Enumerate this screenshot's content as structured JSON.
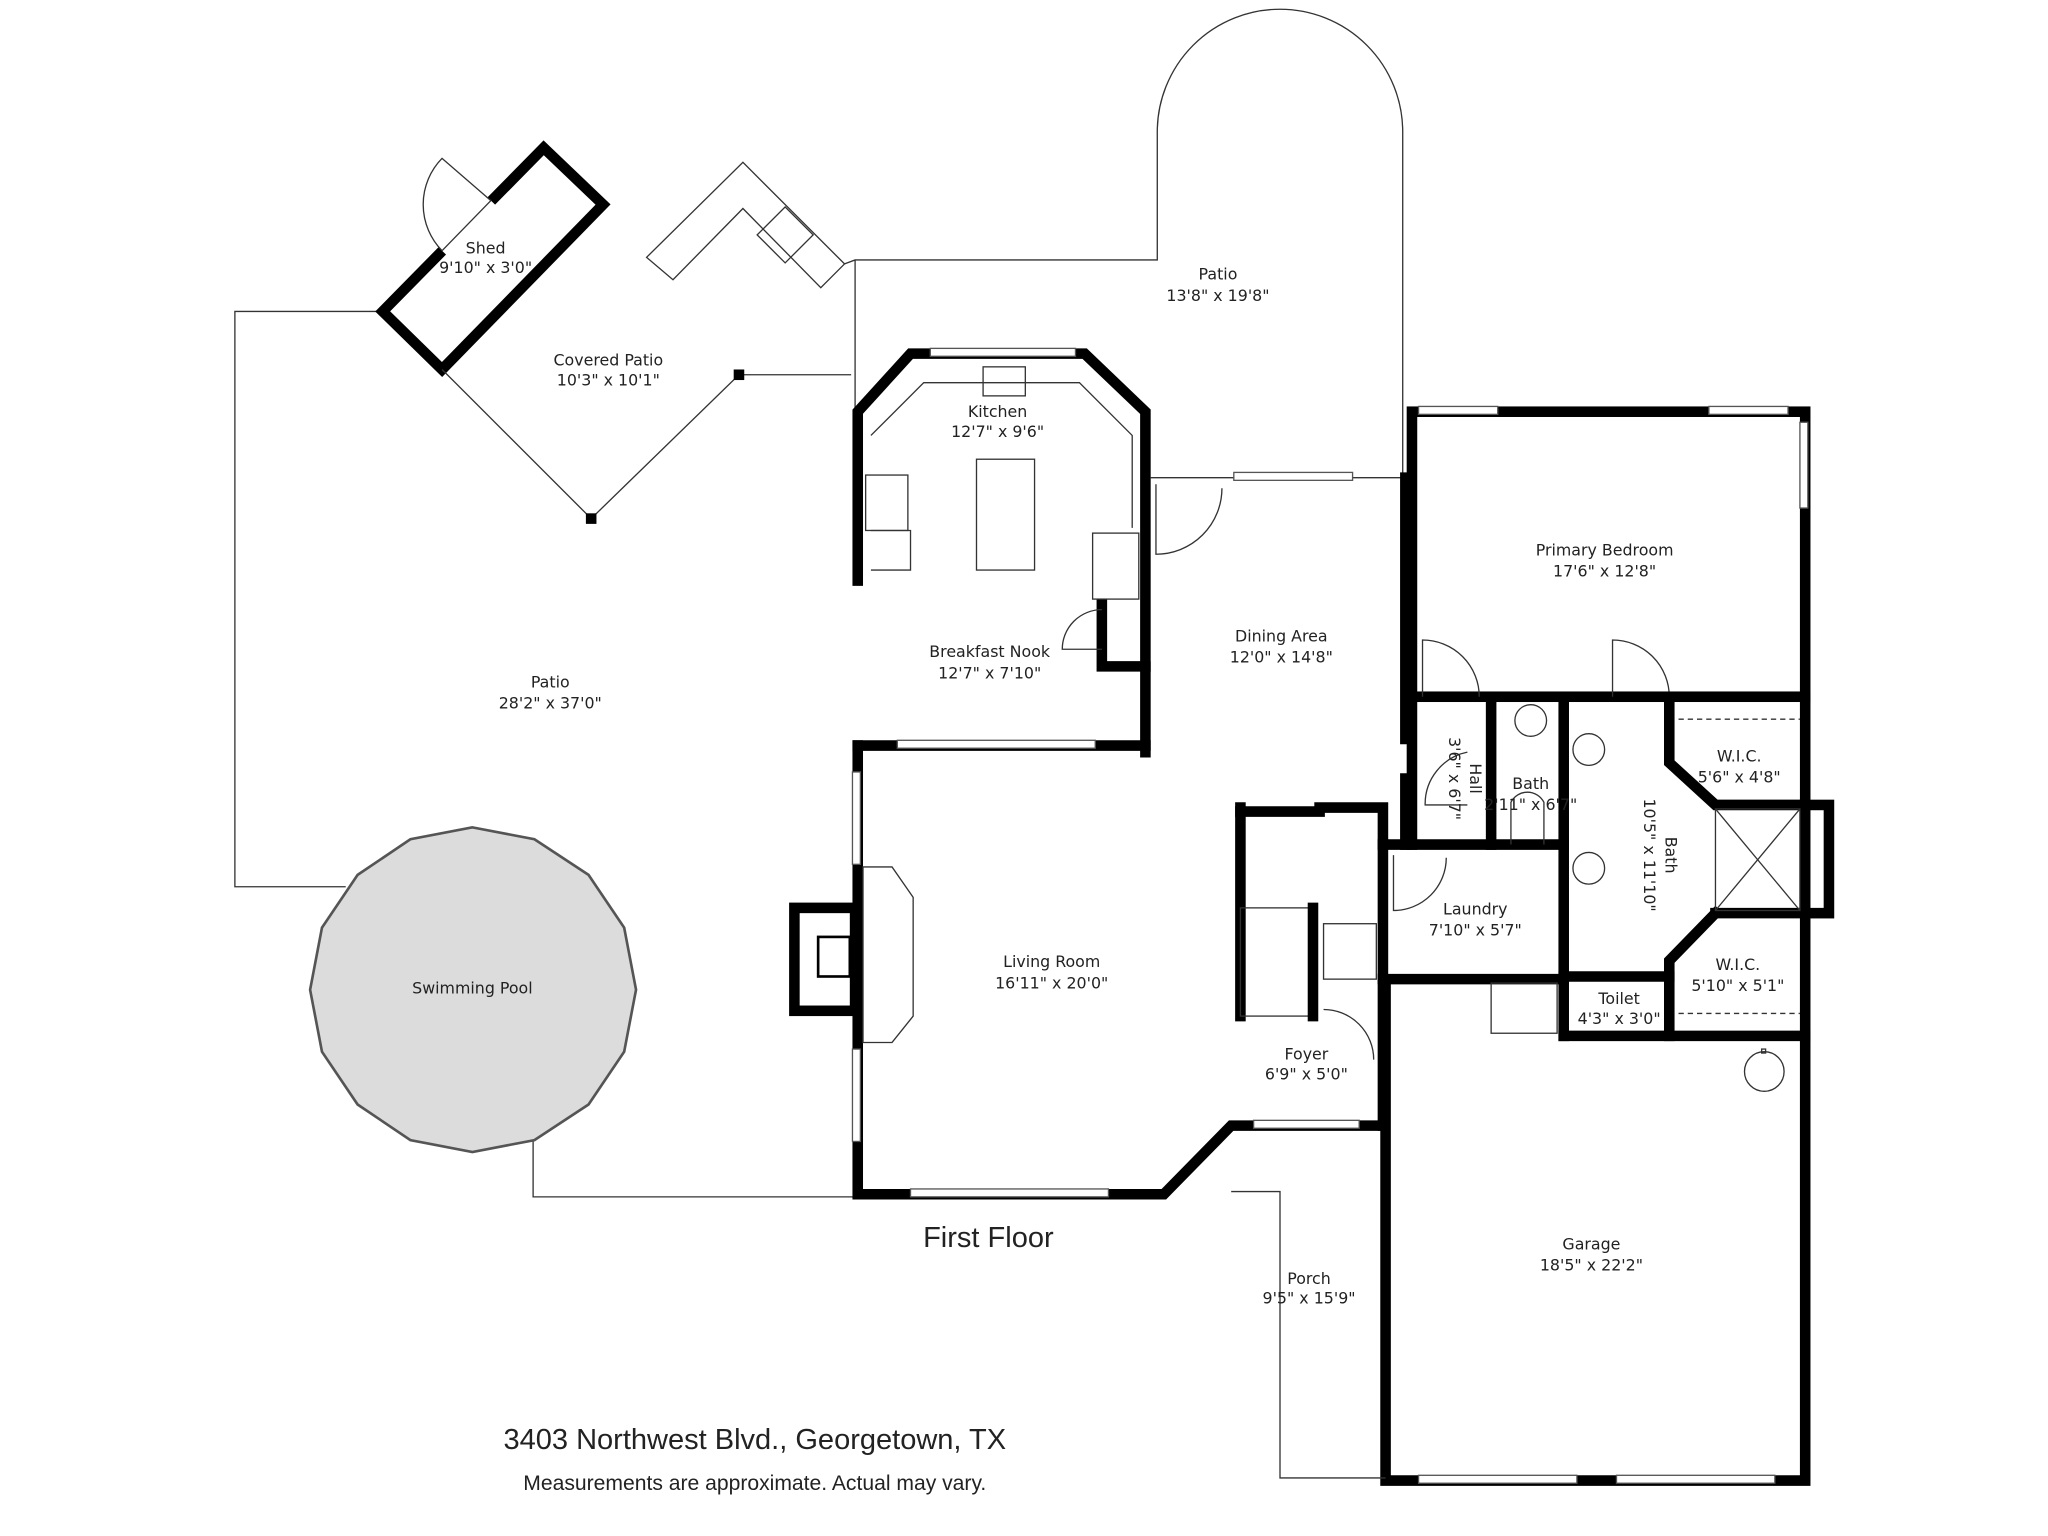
{
  "floor_title": "First Floor",
  "address": "3403 Northwest Blvd., Georgetown, TX",
  "disclaimer": "Measurements are approximate.  Actual may vary.",
  "rooms": [
    {
      "name": "Shed",
      "dims": "9'10\" x 3'0\""
    },
    {
      "name": "Covered Patio",
      "dims": "10'3\" x 10'1\""
    },
    {
      "name": "Patio",
      "dims": "13'8\" x 19'8\""
    },
    {
      "name": "Kitchen",
      "dims": "12'7\" x 9'6\""
    },
    {
      "name": "Primary Bedroom",
      "dims": "17'6\" x 12'8\""
    },
    {
      "name": "Dining Area",
      "dims": "12'0\" x 14'8\""
    },
    {
      "name": "Breakfast Nook",
      "dims": "12'7\" x 7'10\""
    },
    {
      "name": "Patio",
      "dims": "28'2\" x 37'0\""
    },
    {
      "name": "Hall",
      "dims": "3'6\" x 6'7\""
    },
    {
      "name": "Bath",
      "dims": "2'11\" x 6'7\""
    },
    {
      "name": "W.I.C.",
      "dims": "5'6\" x 4'8\""
    },
    {
      "name": "Bath",
      "dims": "10'5\" x 11'10\""
    },
    {
      "name": "Laundry",
      "dims": "7'10\" x 5'7\""
    },
    {
      "name": "W.I.C.",
      "dims": "5'10\" x 5'1\""
    },
    {
      "name": "Toilet",
      "dims": "4'3\" x 3'0\""
    },
    {
      "name": "Swimming Pool",
      "dims": ""
    },
    {
      "name": "Living Room",
      "dims": "16'11\" x 20'0\""
    },
    {
      "name": "Foyer",
      "dims": "6'9\" x 5'0\""
    },
    {
      "name": "Garage",
      "dims": "18'5\" x 22'2\""
    },
    {
      "name": "Porch",
      "dims": "9'5\" x 15'9\""
    }
  ],
  "colors": {
    "walls": "#000000",
    "pool_fill": "#dcdcdc",
    "background": "#ffffff"
  }
}
